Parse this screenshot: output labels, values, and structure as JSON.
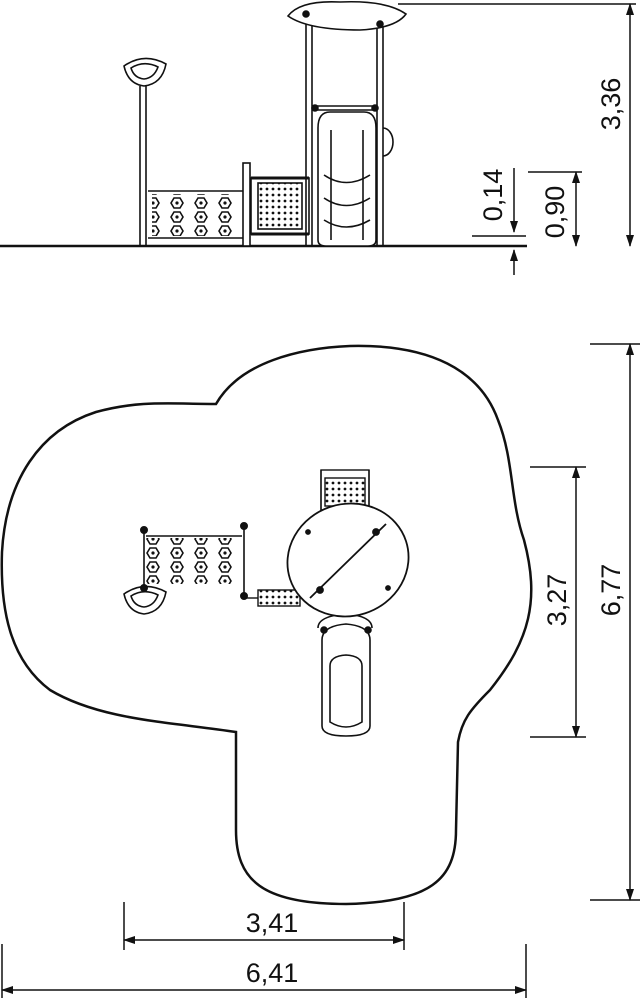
{
  "side_view": {
    "dimensions": {
      "total_height": "3,36",
      "platform_height": "0,90",
      "low_step_height": "0,14"
    }
  },
  "plan_view": {
    "dimensions": {
      "safety_zone_depth": "6,77",
      "equipment_depth": "3,27",
      "equipment_width": "3,41",
      "safety_zone_width": "6,41"
    }
  }
}
